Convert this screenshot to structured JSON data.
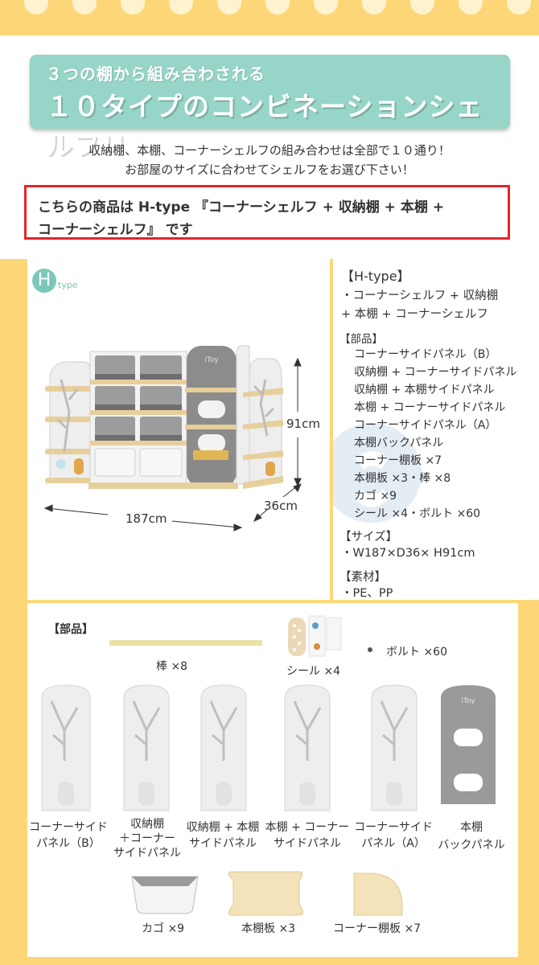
{
  "banner": {
    "line1": "３つの棚から組み合わされる",
    "line2": "１０タイプのコンビネーションシェルフ!!"
  },
  "intro": {
    "line1": "収納棚、本棚、コーナーシェルフの組み合わせは全部で１０通り！",
    "line2": "お部屋のサイズに合わせてシェルフをお選び下さい！"
  },
  "notice": {
    "line1": "こちらの商品は H-type 『コーナーシェルフ + 収納棚 + 本棚 +",
    "line2": "コーナーシェルフ』 です"
  },
  "product": {
    "badge_letter": "H",
    "badge_text": "type",
    "dim_height": "91cm",
    "dim_depth": "36cm",
    "dim_width": "187cm",
    "shelf_logo": "iToy"
  },
  "specs": {
    "type_title": "【H-type】",
    "type_line1": "・コーナーシェルフ + 収納棚",
    "type_line2": "+ 本棚 + コーナーシェルフ",
    "parts_title": "【部品】",
    "parts": [
      "コーナーサイドパネル（B）",
      "収納棚 + コーナーサイドパネル",
      "収納棚 + 本棚サイドパネル",
      "本棚 + コーナーサイドパネル",
      "コーナーサイドパネル（A）",
      "本棚バックパネル",
      "コーナー棚板 ×7",
      "本棚板 ×3・棒 ×8",
      "カゴ ×9",
      "シール ×4・ボルト ×60"
    ],
    "size_title": "【サイズ】",
    "size_value": "・W187×D36× H91cm",
    "material_title": "【素材】",
    "material_value": "・PE、PP"
  },
  "parts_section": {
    "title": "【部品】",
    "rod": "棒 ×8",
    "sticker": "シール ×4",
    "bolt": "ボルト ×60",
    "panel_b_1": "コーナーサイド",
    "panel_b_2": "パネル（B）",
    "storage_corner_1": "収納棚",
    "storage_corner_2": "＋コーナー",
    "storage_corner_3": "サイドパネル",
    "storage_book_1": "収納棚 + 本棚",
    "storage_book_2": "サイドパネル",
    "book_corner_1": "本棚 + コーナー",
    "book_corner_2": "サイドパネル",
    "panel_a_1": "コーナーサイド",
    "panel_a_2": "パネル（A）",
    "back_1": "本棚",
    "back_2": "バックパネル",
    "basket": "カゴ ×9",
    "bookshelf_board": "本棚板 ×3",
    "corner_board": "コーナー棚板 ×7",
    "back_logo": "iToy"
  },
  "colors": {
    "background": "#fdd777",
    "banner": "#96d5c8",
    "notice_border": "#e2262c",
    "accent": "#7cc8b8"
  }
}
